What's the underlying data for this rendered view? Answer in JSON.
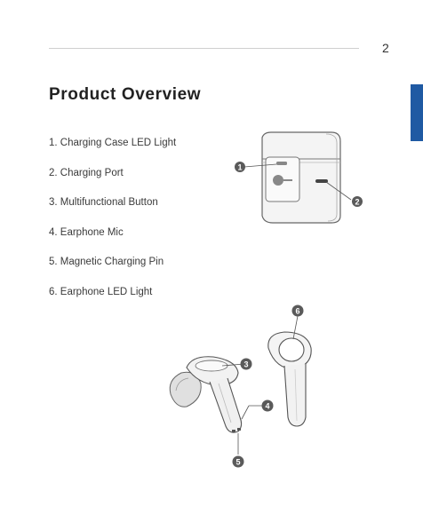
{
  "page": {
    "number": "2",
    "title": "Product Overview"
  },
  "parts": [
    "1. Charging Case LED Light",
    "2. Charging Port",
    "3. Multifunctional Button",
    "4. Earphone Mic",
    "5. Magnetic Charging Pin",
    "6. Earphone LED Light"
  ],
  "callouts": {
    "case_led": "1",
    "charging_port": "2",
    "button": "3",
    "mic": "4",
    "charging_pin": "5",
    "earphone_led": "6"
  },
  "colors": {
    "accent_tab": "#1f5aa3",
    "callout": "#5a5a5a"
  }
}
